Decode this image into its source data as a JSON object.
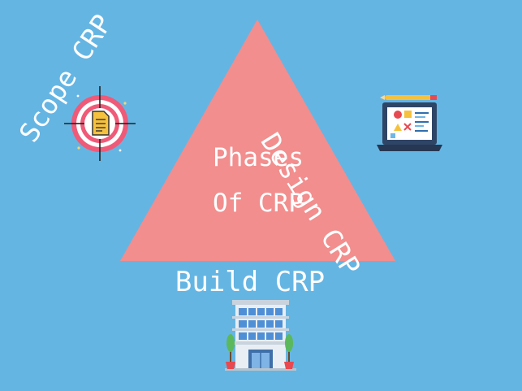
{
  "diagram": {
    "center_title_line1": "Phases",
    "center_title_line2": "Of CRP",
    "phases": {
      "scope": "Scope CRP",
      "design": "Design CRP",
      "build": "Build CRP"
    },
    "icons": {
      "scope": "target-document-icon",
      "design": "design-laptop-icon",
      "build": "office-building-icon"
    }
  },
  "colors": {
    "background": "#65b5e3",
    "triangle": "#f28e8e",
    "label_text": "#ffffff"
  }
}
